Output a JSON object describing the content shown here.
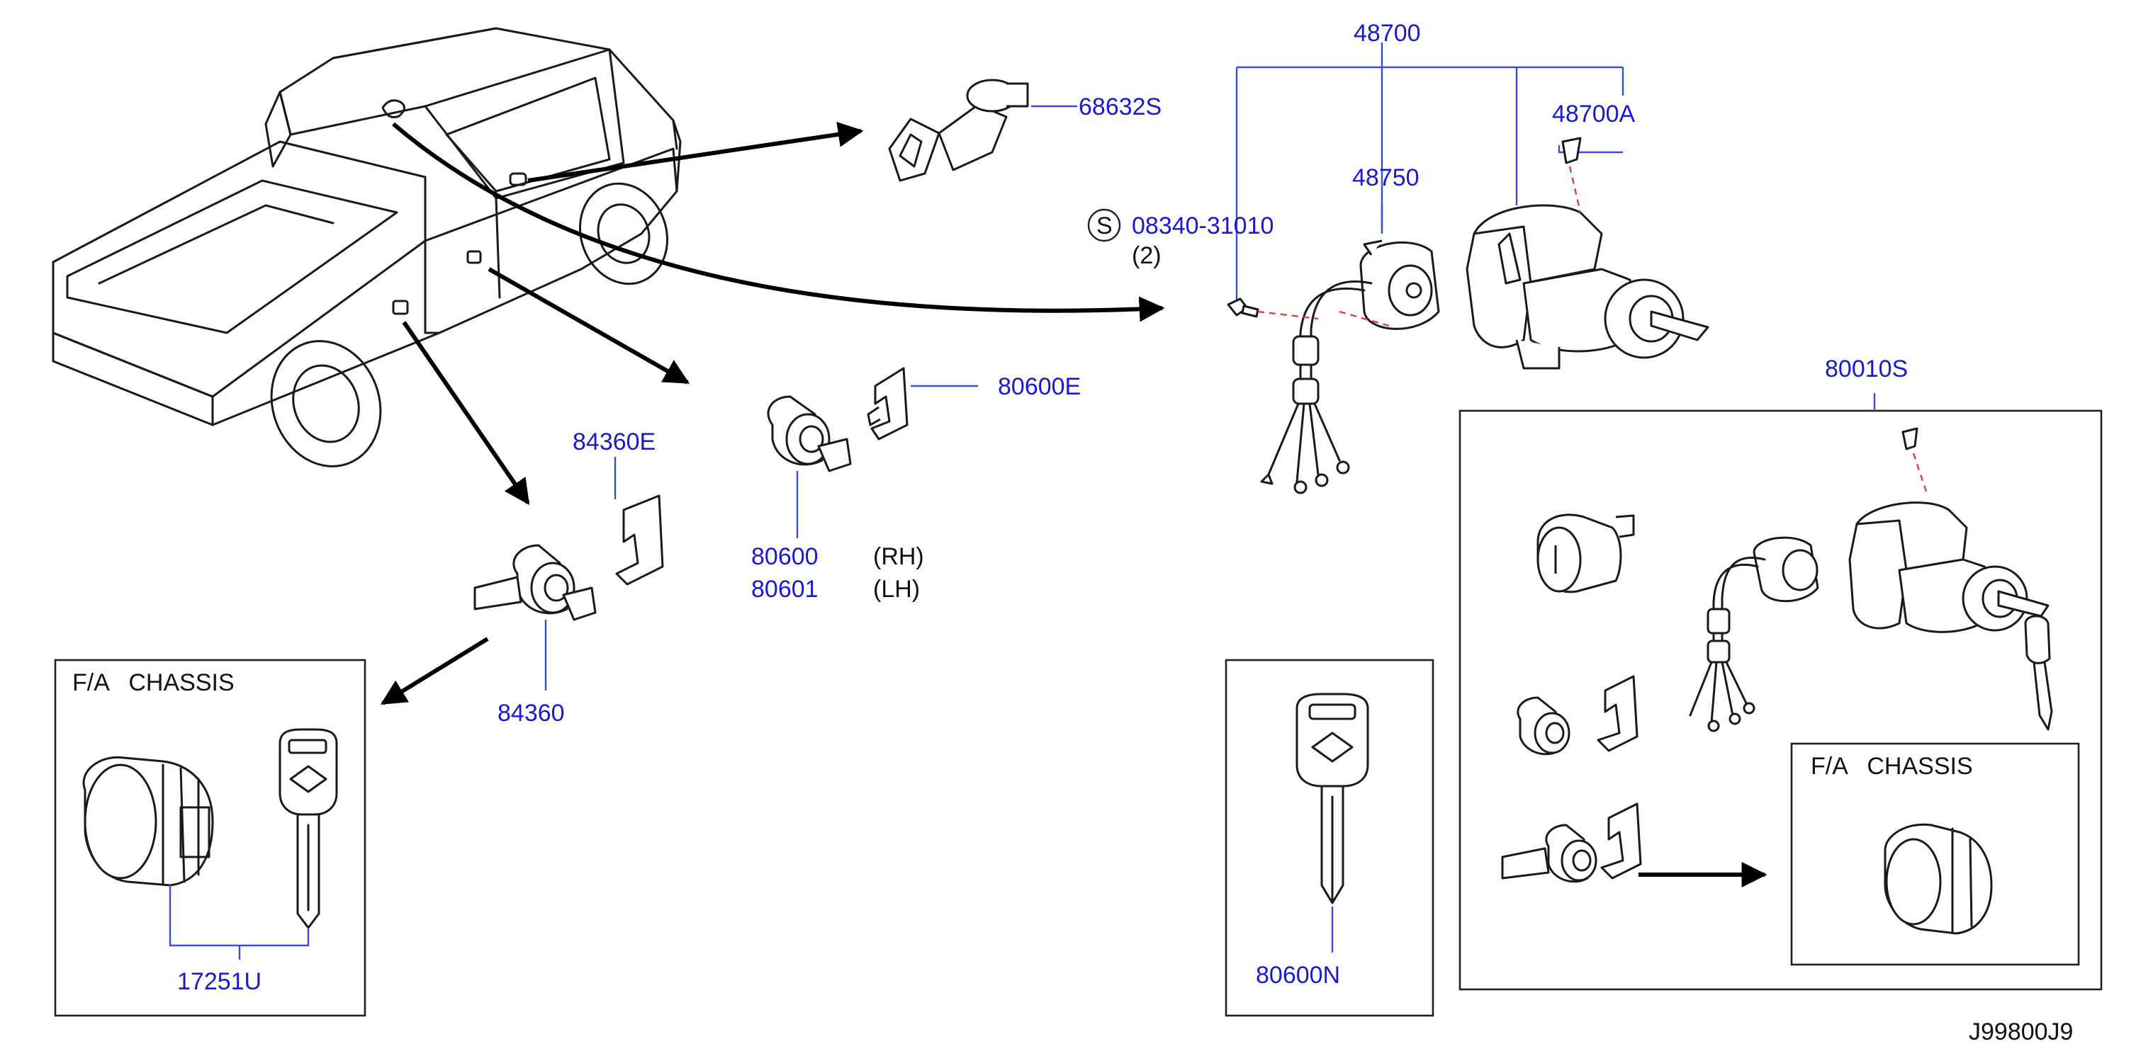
{
  "labels": {
    "p48700": "48700",
    "p48700A": "48700A",
    "p48750": "48750",
    "p68632S": "68632S",
    "screw_symbol": "S",
    "p08340": "08340-31010",
    "qty_2": "(2)",
    "p80600E": "80600E",
    "p84360E": "84360E",
    "p80600": "80600",
    "rh": "(RH)",
    "p80601": "80601",
    "lh": "(LH)",
    "p84360": "84360",
    "p17251U": "17251U",
    "p80600N": "80600N",
    "p80010S": "80010S",
    "diagram_code": "J99800J9"
  },
  "boxes": {
    "left_title": "F/A   CHASSIS",
    "kit_inner_title": "F/A   CHASSIS"
  },
  "colors": {
    "label_blue": "#1a1acc",
    "leader_blue": "#3a4fd0",
    "line_black": "#1a1a1a",
    "dash_red": "#d94040"
  },
  "icons": [
    "pickup-truck",
    "ignition-key-cylinder",
    "door-lock-cylinder",
    "key",
    "bolt",
    "wire-harness"
  ]
}
